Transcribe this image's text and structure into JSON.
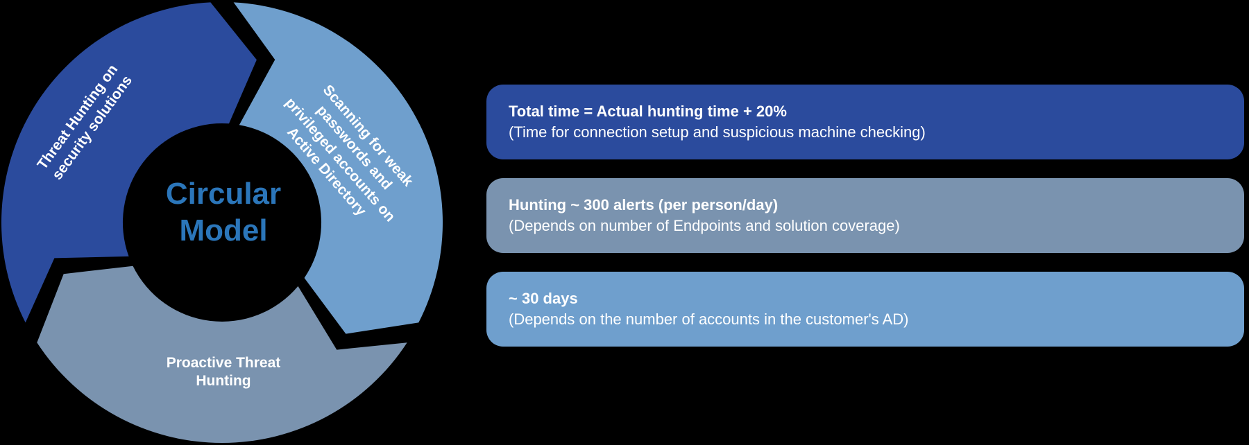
{
  "background_color": "#000000",
  "text_color": "#FFFFFF",
  "diagram": {
    "title_lines": [
      "Circular",
      "Model"
    ],
    "title_text": "Circular Model",
    "title_color": "#2B76BA",
    "segments": [
      {
        "id": "threat-hunting",
        "label": "Threat Hunting on security solutions",
        "lines": [
          "Threat Hunting on",
          "security solutions"
        ],
        "color": "#2B4B9D"
      },
      {
        "id": "scanning",
        "label": "Scanning for weak passwords and privileged accounts on Active Directory",
        "lines": [
          "Scanning for weak",
          "passwords and",
          "privileged accounts on",
          "Active Directory"
        ],
        "color": "#6F9FCD"
      },
      {
        "id": "proactive",
        "label": "Proactive Threat Hunting",
        "lines": [
          "Proactive Threat",
          "Hunting"
        ],
        "color": "#7A93AF"
      }
    ]
  },
  "callouts": [
    {
      "title": "Total time = Actual hunting time + 20%",
      "subtitle": "(Time for connection setup and suspicious machine checking)",
      "color": "#2B4B9D"
    },
    {
      "title": "Hunting ~ 300 alerts (per person/day)",
      "subtitle": "(Depends on number of Endpoints and solution coverage)",
      "color": "#7A93AF"
    },
    {
      "title": "~ 30 days",
      "subtitle": "(Depends on the number of accounts in the customer's AD)",
      "color": "#6F9FCD"
    }
  ]
}
